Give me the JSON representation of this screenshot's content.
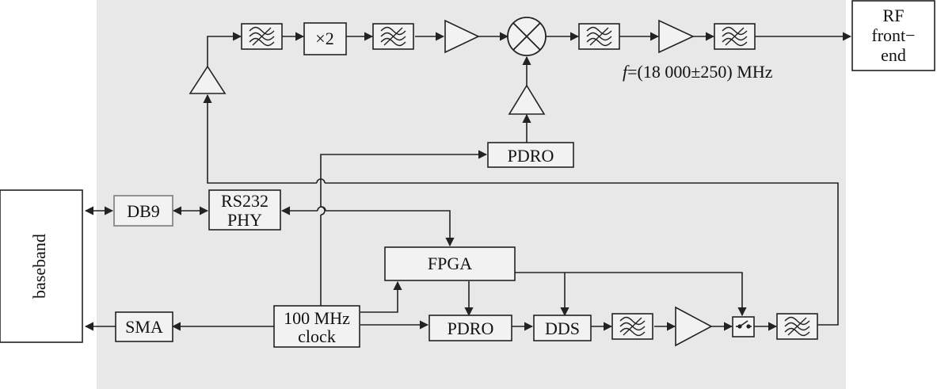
{
  "colors": {
    "background_panel": "#e8e8e8",
    "line": "#222222",
    "block_fill": "#f2f2f2",
    "white": "#ffffff",
    "db9_border": "#7a7a7a"
  },
  "labels": {
    "baseband": "baseband",
    "db9": "DB9",
    "rs232_line1": "RS232",
    "rs232_line2": "PHY",
    "sma": "SMA",
    "clock_line1": "100 MHz",
    "clock_line2": "clock",
    "fpga": "FPGA",
    "pdro_bottom": "PDRO",
    "dds": "DDS",
    "pdro_top": "PDRO",
    "doubler": "×2",
    "rf_line1": "RF",
    "rf_line2": "front−",
    "rf_line3": "end",
    "freq_f": "f",
    "freq_rest": "=(18 000±250) MHz"
  },
  "icons": {
    "filter": "bandpass-filter-icon",
    "amplifier": "amplifier-triangle-icon",
    "mixer": "mixer-cross-circle-icon",
    "switch": "rf-switch-icon"
  }
}
